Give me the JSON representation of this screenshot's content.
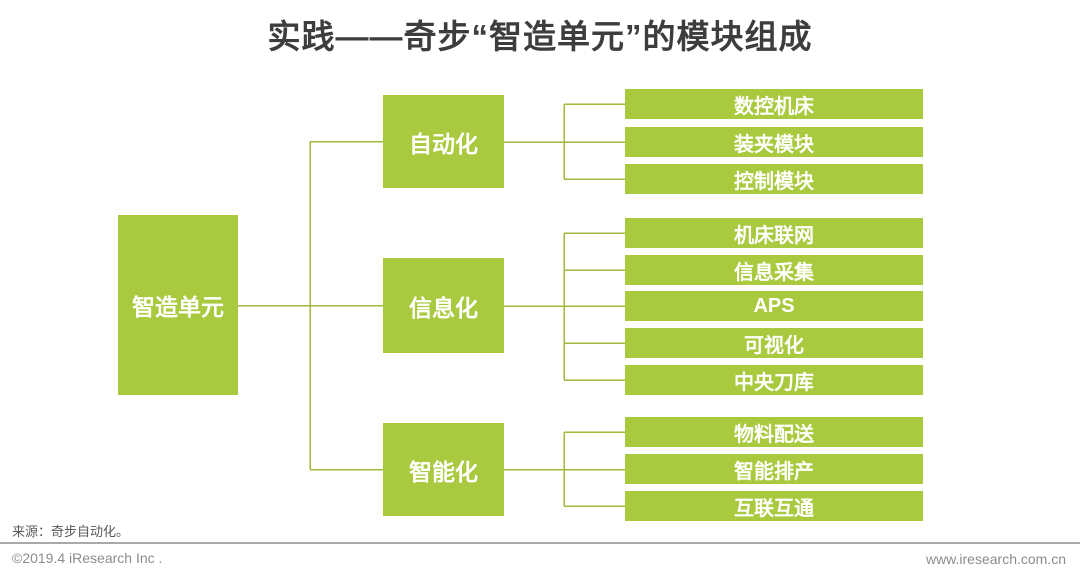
{
  "title": "实践——奇步“智造单元”的模块组成",
  "colors": {
    "node_green": "#a9c93e",
    "line_green": "#9fb93c",
    "title_gray": "#3d3d3d",
    "source_gray": "#595959",
    "footer_gray": "#8c8c8c",
    "divider_gray": "#a9a9a9"
  },
  "tree": {
    "root": {
      "label": "智造单元"
    },
    "branches": [
      {
        "label": "自动化",
        "children": [
          "数控机床",
          "装夹模块",
          "控制模块"
        ]
      },
      {
        "label": "信息化",
        "children": [
          "机床联网",
          "信息采集",
          "APS",
          "可视化",
          "中央刀库"
        ]
      },
      {
        "label": "智能化",
        "children": [
          "物料配送",
          "智能排产",
          "互联互通"
        ]
      }
    ]
  },
  "source_note": "来源：奇步自动化。",
  "footer": {
    "copyright": "©2019.4 iResearch Inc .",
    "website": "www.iresearch.com.cn"
  }
}
